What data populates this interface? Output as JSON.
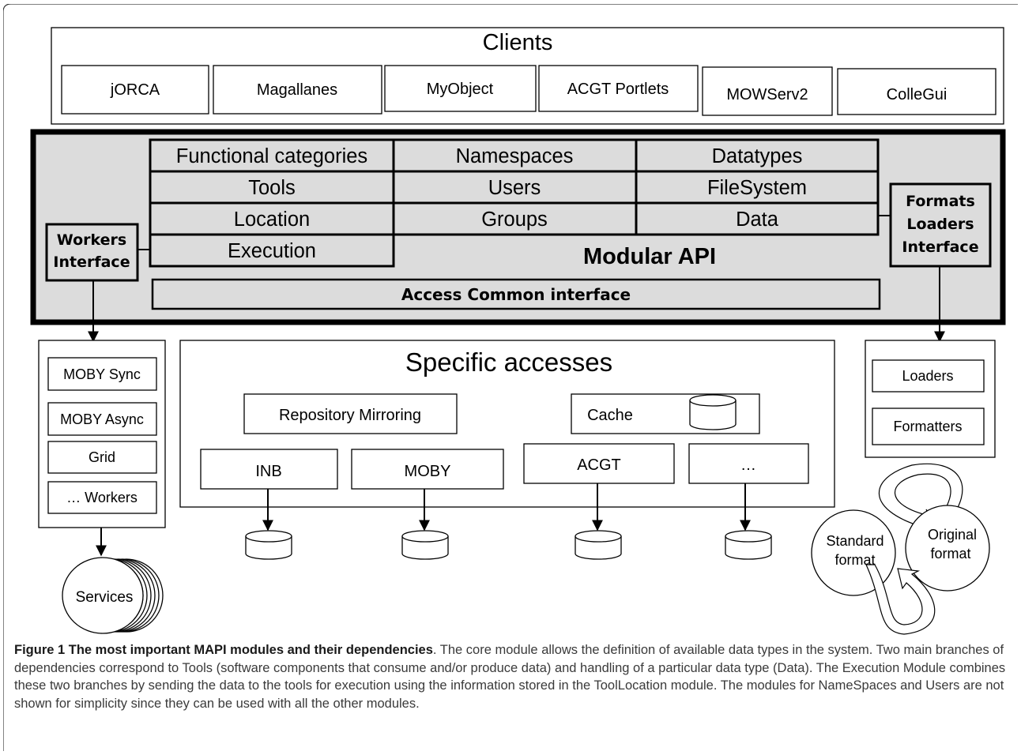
{
  "clients": {
    "title": "Clients",
    "items": [
      "jORCA",
      "Magallanes",
      "MyObject",
      "ACGT Portlets",
      "MOWServ2",
      "ColleGui"
    ]
  },
  "api": {
    "rows": [
      [
        "Functional categories",
        "Namespaces",
        "Datatypes"
      ],
      [
        "Tools",
        "Users",
        "FileSystem"
      ],
      [
        "Location",
        "Groups",
        "Data"
      ]
    ],
    "execution": "Execution",
    "modular_label": "Modular API",
    "access_label": "Access Common interface",
    "workers_interface": [
      "Workers",
      "Interface"
    ],
    "formats_interface": [
      "Formats",
      "Loaders",
      "Interface"
    ]
  },
  "workers": {
    "items": [
      "MOBY Sync",
      "MOBY Async",
      "Grid",
      "… Workers"
    ],
    "services_label": "Services"
  },
  "specific": {
    "title": "Specific accesses",
    "mirroring": "Repository Mirroring",
    "cache": "Cache",
    "backends": [
      "INB",
      "MOBY",
      "ACGT",
      "…"
    ]
  },
  "formats": {
    "items": [
      "Loaders",
      "Formatters"
    ],
    "standard": [
      "Standard",
      "format"
    ],
    "original": [
      "Original",
      "format"
    ]
  },
  "caption": {
    "title": "Figure 1 The most important MAPI modules and their dependencies",
    "text": ". The core module allows the definition of available data types in the system. Two main branches of dependencies correspond to Tools (software components that consume and/or produce data) and handling of a particular data type (Data). The Execution Module combines these two branches by sending the data to the tools for execution using the information stored in the ToolLocation module. The modules for NameSpaces and Users are not shown for simplicity since they can be used with all the other modules."
  }
}
